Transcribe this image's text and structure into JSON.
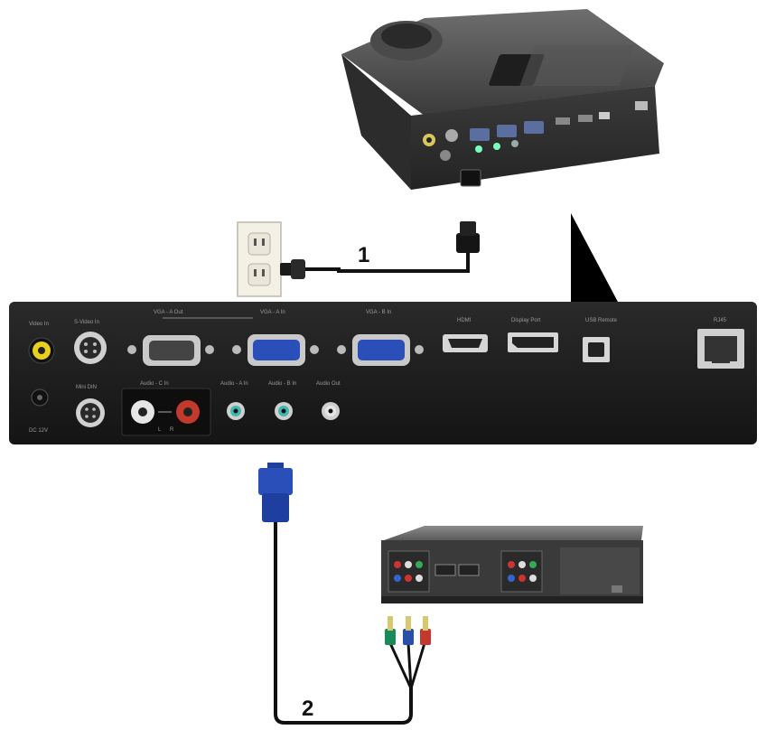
{
  "callouts": [
    "1",
    "2"
  ],
  "panel_labels": {
    "video_in": "Video In",
    "s_video_in": "S-Video In",
    "vga_a_out": "VGA - A Out",
    "vga_a_in": "VGA - A In",
    "vga_b_in": "VGA - B In",
    "hdmi": "HDMI",
    "display_port": "Display Port",
    "usb_remote": "USB Remote",
    "rj45": "RJ45",
    "mini_din": "Mini DIN",
    "audio_c_in": "Audio - C In",
    "audio_a_in": "Audio - A In",
    "audio_b_in": "Audio - B In",
    "audio_out": "Audio Out",
    "dc_12v": "DC 12V",
    "audio_c_l": "L",
    "audio_c_r": "R"
  },
  "colors": {
    "panel": "#1c1c1c",
    "vga_blue": "#2a4fb8",
    "cable": "#111111",
    "rca_green": "#1b8a5a",
    "rca_blue": "#2b4fa8",
    "rca_red": "#c23a2e"
  }
}
